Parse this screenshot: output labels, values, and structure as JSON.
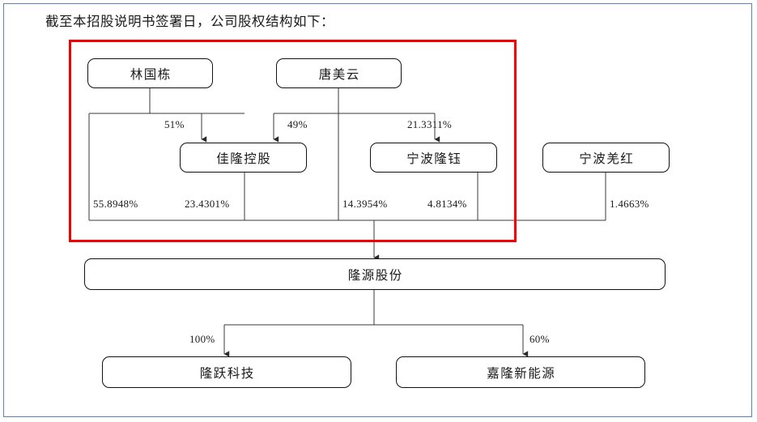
{
  "caption": "截至本招股说明书签署日，公司股权结构如下：",
  "colors": {
    "highlight_box": "#f40000",
    "frame": "#5b83b5",
    "line": "#3a3a3a",
    "node_border": "#111111"
  },
  "chart_data": {
    "type": "diagram",
    "title": "公司股权结构",
    "nodes": [
      {
        "id": "lin",
        "label": "林国栋",
        "level": 1
      },
      {
        "id": "tang",
        "label": "唐美云",
        "level": 1
      },
      {
        "id": "jialong",
        "label": "佳隆控股",
        "level": 2
      },
      {
        "id": "ningbolongyu",
        "label": "宁波隆钰",
        "level": 2
      },
      {
        "id": "ningboqianghong",
        "label": "宁波羌红",
        "level": 2
      },
      {
        "id": "longyuan",
        "label": "隆源股份",
        "level": 3
      },
      {
        "id": "longyue",
        "label": "隆跃科技",
        "level": 4
      },
      {
        "id": "jialongxin",
        "label": "嘉隆新能源",
        "level": 4
      }
    ],
    "edges": [
      {
        "from": "lin",
        "to": "jialong",
        "label": "51%"
      },
      {
        "from": "tang",
        "to": "jialong",
        "label": "49%"
      },
      {
        "from": "tang",
        "to": "ningbolongyu",
        "label": "21.3311%"
      },
      {
        "from": "lin",
        "to": "longyuan",
        "label": "55.8948%"
      },
      {
        "from": "jialong",
        "to": "longyuan",
        "label": "23.4301%"
      },
      {
        "from": "tang",
        "to": "longyuan",
        "label": "14.3954%"
      },
      {
        "from": "ningbolongyu",
        "to": "longyuan",
        "label": "4.8134%"
      },
      {
        "from": "ningboqianghong",
        "to": "longyuan",
        "label": "1.4663%"
      },
      {
        "from": "longyuan",
        "to": "longyue",
        "label": "100%"
      },
      {
        "from": "longyuan",
        "to": "jialongxin",
        "label": "60%"
      }
    ],
    "highlight": {
      "type": "rectangle",
      "color": "#f40000",
      "encloses": [
        "lin",
        "tang",
        "jialong",
        "ningbolongyu"
      ]
    }
  },
  "labels": {
    "lin": "林国栋",
    "tang": "唐美云",
    "jialong": "佳隆控股",
    "ningbolongyu": "宁波隆钰",
    "ningboqianghong": "宁波羌红",
    "longyuan": "隆源股份",
    "longyue": "隆跃科技",
    "jialongxin": "嘉隆新能源"
  },
  "percents": {
    "lin_to_jialong": "51%",
    "tang_to_jialong": "49%",
    "tang_to_ningbolongyu": "21.3311%",
    "lin_to_longyuan": "55.8948%",
    "jialong_to_longyuan": "23.4301%",
    "tang_to_longyuan": "14.3954%",
    "ningbolongyu_to_longyuan": "4.8134%",
    "ningboqianghong_to_longyuan": "1.4663%",
    "longyuan_to_longyue": "100%",
    "longyuan_to_jialongxin": "60%"
  }
}
